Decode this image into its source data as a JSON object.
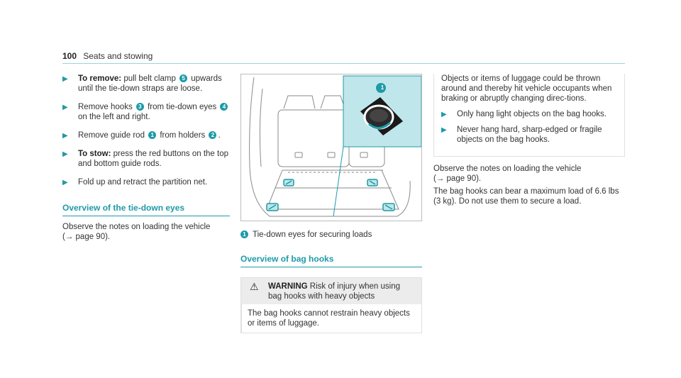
{
  "header": {
    "page_number": "100",
    "section": "Seats and stowing"
  },
  "col1": {
    "steps": [
      {
        "lead": "To remove:",
        "parts": [
          " pull belt clamp ",
          "5",
          " upwards until the tie-down straps are loose."
        ]
      },
      {
        "lead": "",
        "parts": [
          "Remove hooks ",
          "3",
          " from tie-down eyes ",
          "4",
          " on the left and right."
        ]
      },
      {
        "lead": "",
        "parts": [
          "Remove guide rod ",
          "1",
          " from holders ",
          "2",
          "."
        ]
      },
      {
        "lead": "To stow:",
        "parts": [
          " press the red buttons on the top and bottom guide rods."
        ]
      },
      {
        "lead": "",
        "parts": [
          "Fold up and retract the partition net."
        ]
      }
    ],
    "overview_heading": "Overview of the tie-down eyes",
    "overview_text": "Observe the notes on loading the vehicle",
    "overview_ref": "(→ page 90)."
  },
  "col2": {
    "figure": {
      "callout": "1"
    },
    "caption_badge": "1",
    "caption_text": "Tie-down eyes for securing loads",
    "bag_heading": "Overview of bag hooks",
    "warning": {
      "icon": "warning-triangle-icon",
      "label": "WARNING",
      "title": "Risk of injury when using bag hooks with heavy objects",
      "body": "The bag hooks cannot restrain heavy objects or items of luggage."
    }
  },
  "col3": {
    "box_text": "Objects or items of luggage could be thrown around and thereby hit vehicle occupants when braking or abruptly changing direc-tions.",
    "box_steps": [
      "Only hang light objects on the bag hooks.",
      "Never hang hard, sharp-edged or fragile objects on the bag hooks."
    ],
    "after_text1": "Observe the notes on loading the vehicle",
    "after_ref": "(→ page 90).",
    "after_text2": "The bag hooks can bear a maximum load of 6.6 lbs (3 kg). Do not use them to secure a load."
  },
  "colors": {
    "accent": "#1e9aa8",
    "figure_highlight": "#bfe6ea",
    "rule": "#9fd3d8"
  }
}
